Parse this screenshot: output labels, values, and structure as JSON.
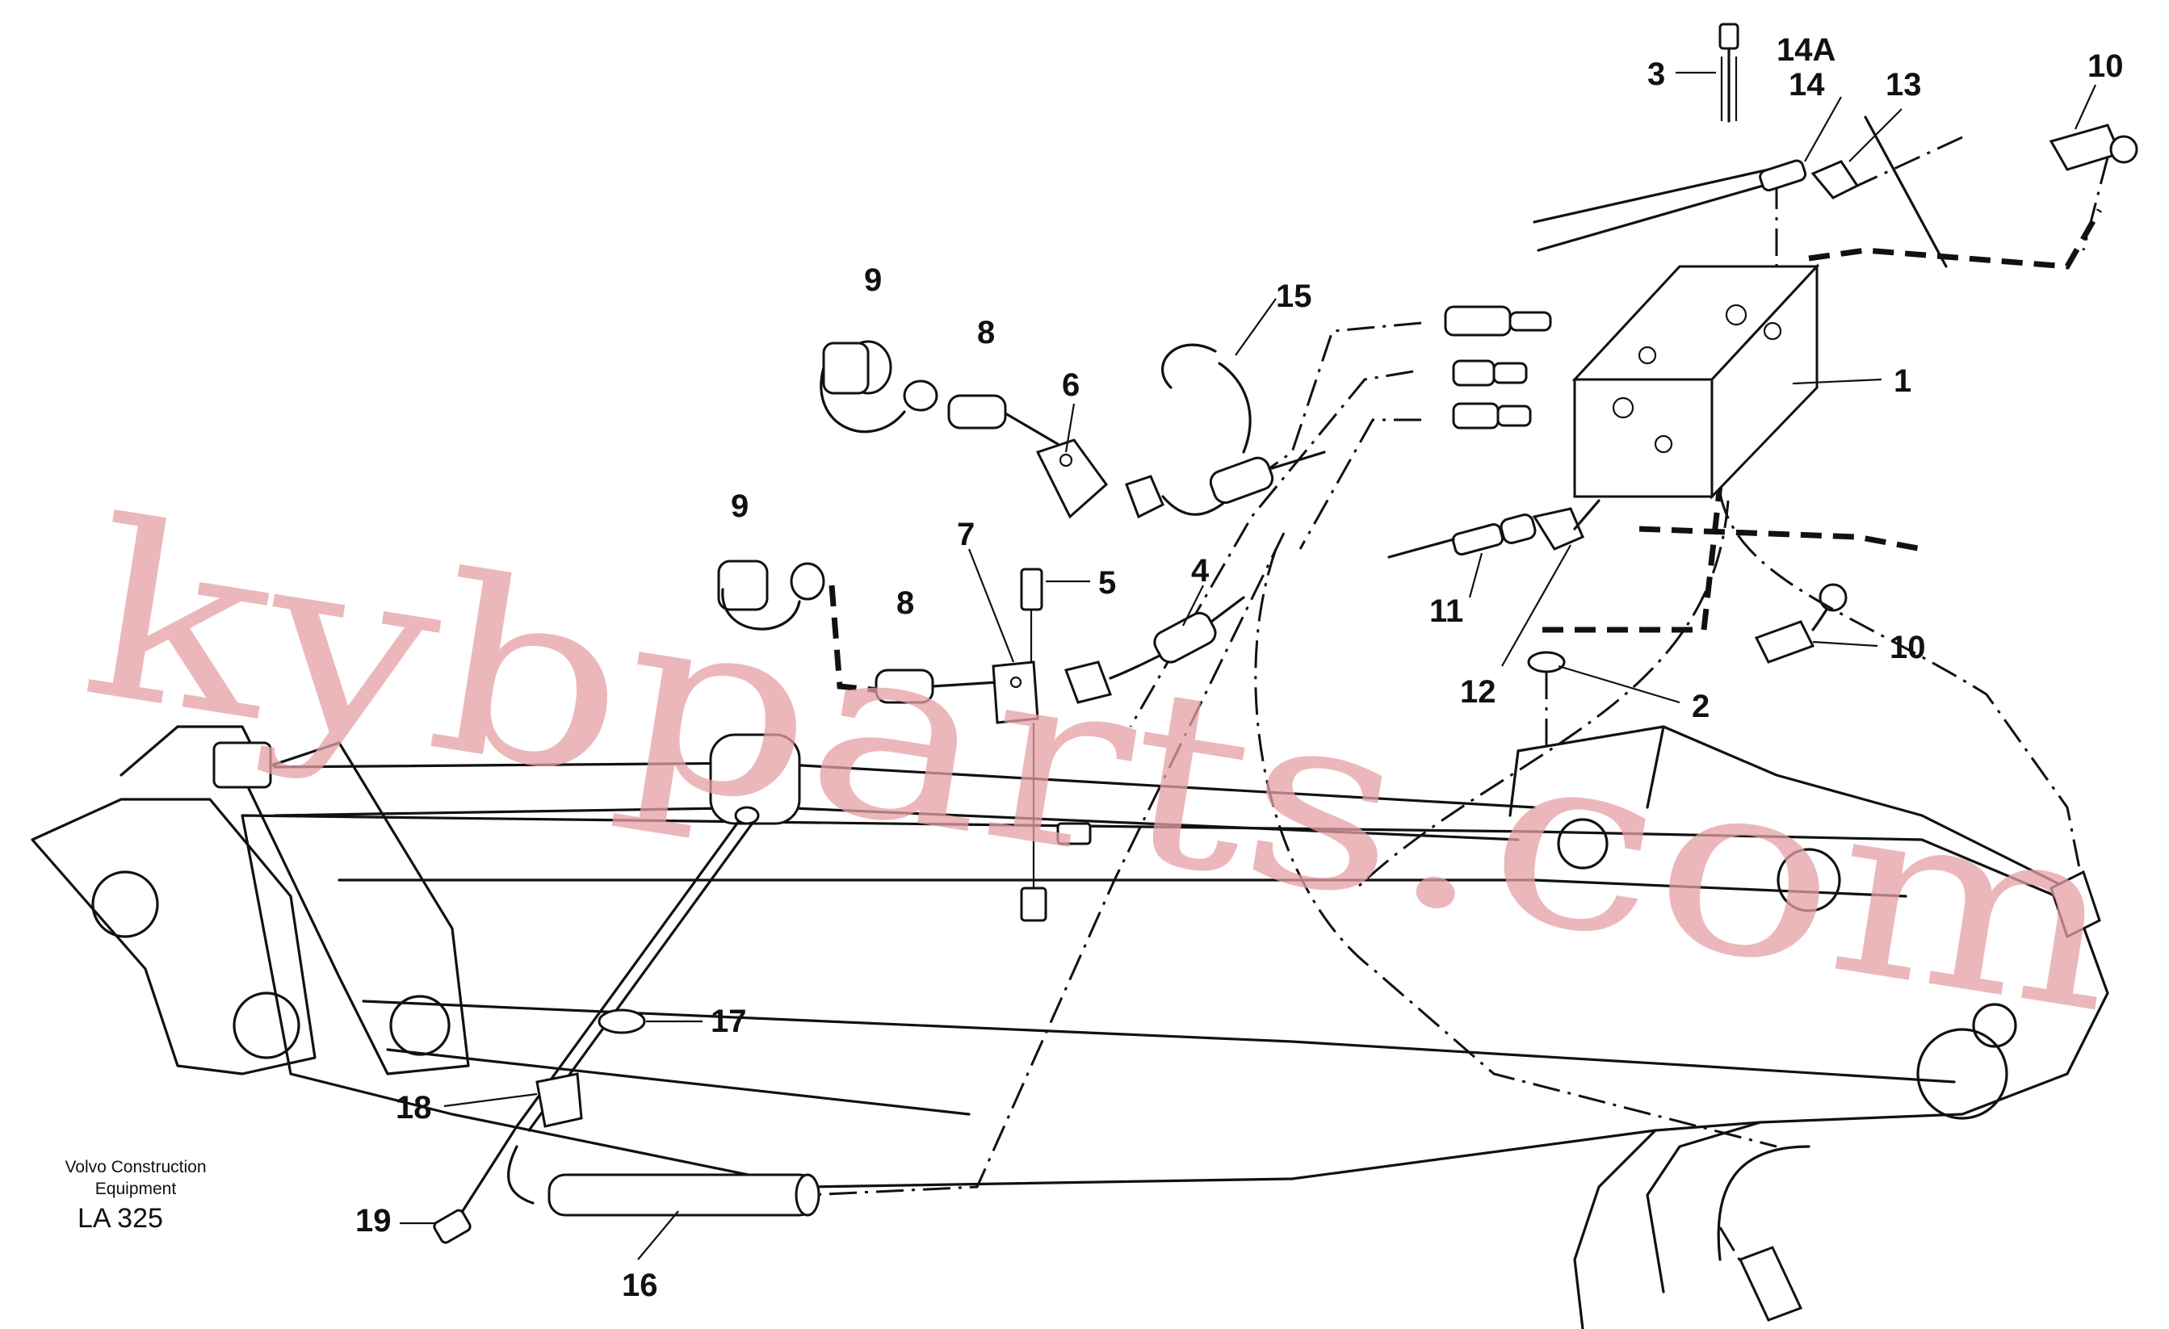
{
  "callouts": [
    {
      "id": "1",
      "label": "1"
    },
    {
      "id": "2",
      "label": "2"
    },
    {
      "id": "3",
      "label": "3"
    },
    {
      "id": "4",
      "label": "4"
    },
    {
      "id": "5",
      "label": "5"
    },
    {
      "id": "6",
      "label": "6"
    },
    {
      "id": "7",
      "label": "7"
    },
    {
      "id": "8a",
      "label": "8"
    },
    {
      "id": "8b",
      "label": "8"
    },
    {
      "id": "9a",
      "label": "9"
    },
    {
      "id": "9b",
      "label": "9"
    },
    {
      "id": "10a",
      "label": "10"
    },
    {
      "id": "10b",
      "label": "10"
    },
    {
      "id": "11",
      "label": "11"
    },
    {
      "id": "12",
      "label": "12"
    },
    {
      "id": "13",
      "label": "13"
    },
    {
      "id": "14",
      "label": "14"
    },
    {
      "id": "14A",
      "label": "14A"
    },
    {
      "id": "15",
      "label": "15"
    },
    {
      "id": "16",
      "label": "16"
    },
    {
      "id": "17",
      "label": "17"
    },
    {
      "id": "18",
      "label": "18"
    },
    {
      "id": "19",
      "label": "19"
    }
  ],
  "caption": {
    "line1": "Volvo Construction",
    "line2": "Equipment"
  },
  "drawing_code": "LA 325",
  "watermark": "kybparts.com",
  "colors": {
    "line": "#111111",
    "watermark": "#e6a0a5",
    "background": "#ffffff"
  }
}
